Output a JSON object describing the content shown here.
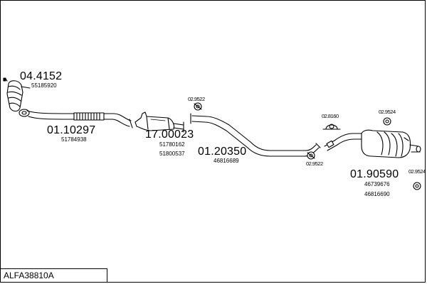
{
  "title": "ALFA38810A",
  "parts": [
    {
      "number": "04.4152",
      "ref": [
        "55185920"
      ]
    },
    {
      "number": "01.10297",
      "ref": [
        "51784938"
      ]
    },
    {
      "number": "17.00023",
      "ref": [
        "51780162",
        "51800537"
      ]
    },
    {
      "number": "01.20350",
      "ref": [
        "46816689"
      ]
    },
    {
      "number": "01.90590",
      "ref": [
        "46739676",
        "46816690"
      ]
    }
  ],
  "small_parts": {
    "a": "02.9522",
    "b": "02.9522",
    "c": "02.8160",
    "d": "02.9524",
    "e": "02.9524"
  },
  "colors": {
    "line": "#000000",
    "fill": "#ffffff",
    "shade": "#d9d9d9"
  }
}
